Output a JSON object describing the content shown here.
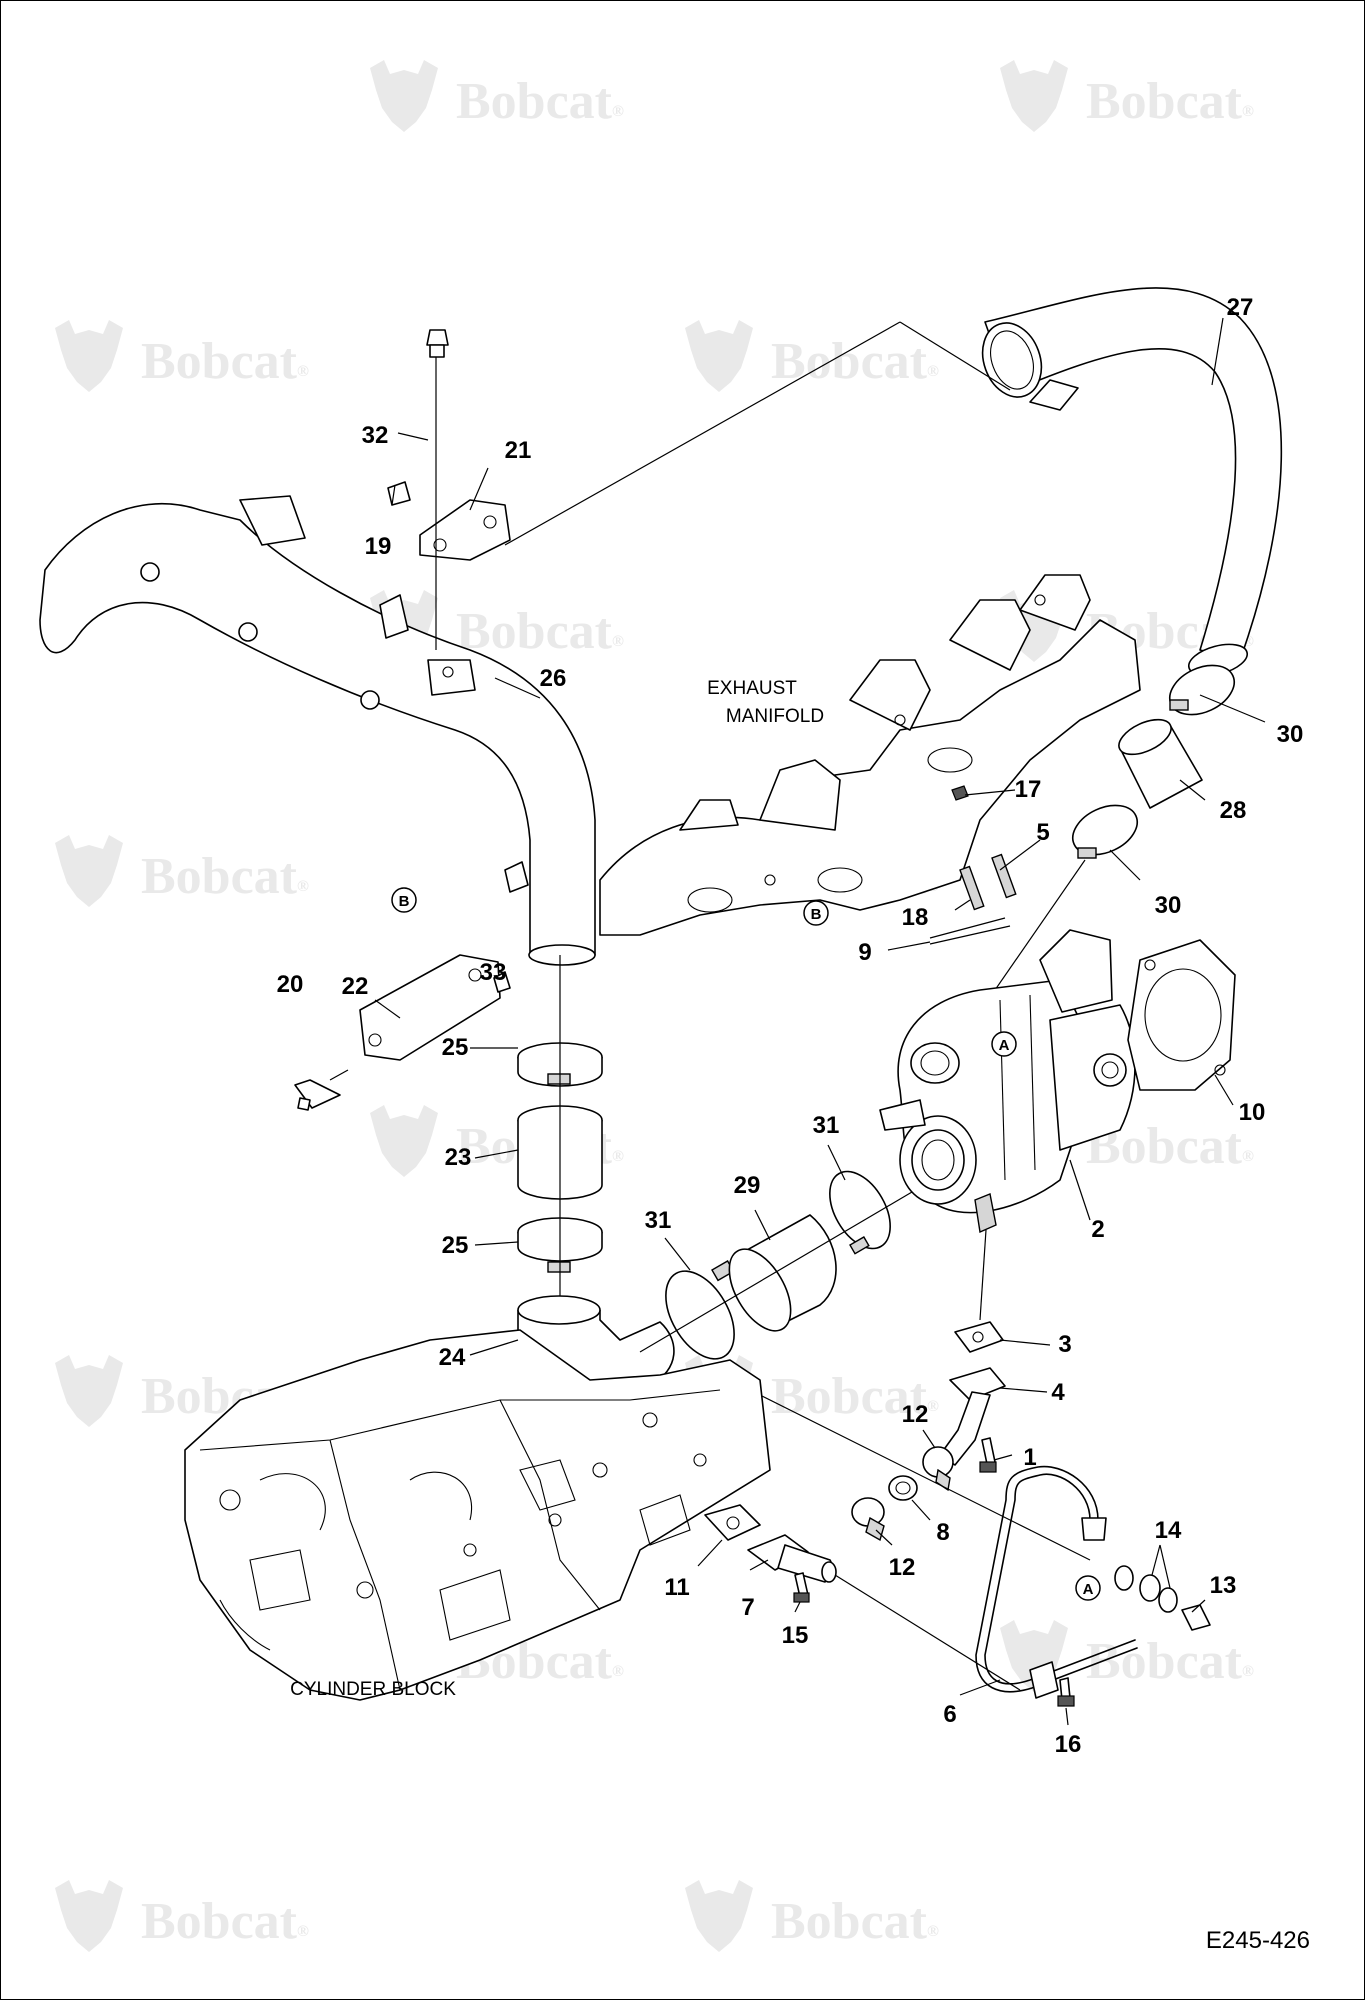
{
  "figure_id": "E245-426",
  "watermark": {
    "brand": "Bobcat",
    "mark": "®"
  },
  "labels": {
    "exhaust_line1": "EXHAUST",
    "exhaust_line2": "MANIFOLD",
    "cylinder_block": "CYLINDER BLOCK"
  },
  "reference_markers": [
    "A",
    "B"
  ],
  "callouts": [
    "1",
    "2",
    "3",
    "4",
    "5",
    "6",
    "7",
    "8",
    "9",
    "10",
    "11",
    "12",
    "13",
    "14",
    "15",
    "16",
    "17",
    "18",
    "19",
    "20",
    "21",
    "22",
    "23",
    "24",
    "25",
    "26",
    "27",
    "28",
    "29",
    "30",
    "31",
    "32",
    "33"
  ],
  "colors": {
    "line": "#000000",
    "watermark": "#e9e9e9",
    "background": "#ffffff"
  }
}
